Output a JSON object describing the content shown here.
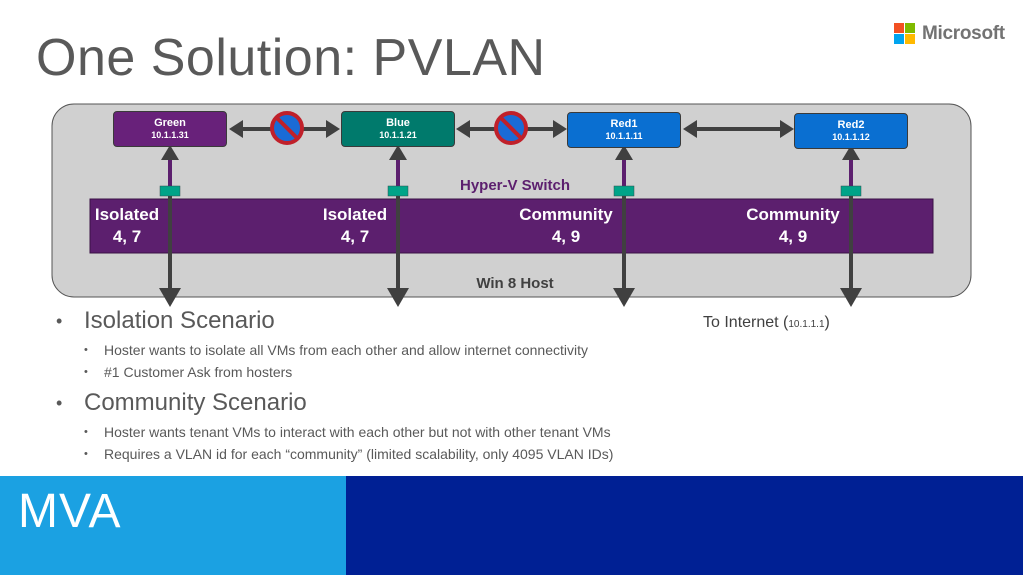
{
  "title": "One Solution: PVLAN",
  "brand": {
    "name": "Microsoft",
    "colors": [
      "#f25022",
      "#7fba00",
      "#00a4ef",
      "#ffb900"
    ]
  },
  "diagram": {
    "host_label": "Win 8 Host",
    "switch_label": "Hyper-V Switch",
    "vms": [
      {
        "name": "Green",
        "ip": "10.1.1.31",
        "color": "#68217a"
      },
      {
        "name": "Blue",
        "ip": "10.1.1.21",
        "color": "#007a6c"
      },
      {
        "name": "Red1",
        "ip": "10.1.1.11",
        "color": "#0a6fd1"
      },
      {
        "name": "Red2",
        "ip": "10.1.1.12",
        "color": "#0a6fd1"
      }
    ],
    "ports": [
      {
        "mode": "Isolated",
        "vlans": "4, 7"
      },
      {
        "mode": "Isolated",
        "vlans": "4, 7"
      },
      {
        "mode": "Community",
        "vlans": "4, 9"
      },
      {
        "mode": "Community",
        "vlans": "4, 9"
      }
    ],
    "blocked_icon": "no-entry-icon"
  },
  "internet": {
    "label": "To Internet (",
    "ip": "10.1.1.1",
    "close": ")"
  },
  "bullets": [
    {
      "heading": "Isolation Scenario",
      "items": [
        "Hoster wants to isolate all VMs from each other and allow internet connectivity",
        "#1 Customer Ask from hosters"
      ]
    },
    {
      "heading": "Community Scenario",
      "items": [
        "Hoster wants tenant VMs to interact with each other but not with other tenant VMs",
        "Requires a VLAN id for each “community” (limited scalability, only 4095 VLAN IDs)"
      ]
    }
  ],
  "footer": {
    "label": "MVA",
    "left_color": "#1ba1e2",
    "right_color": "#002094"
  }
}
